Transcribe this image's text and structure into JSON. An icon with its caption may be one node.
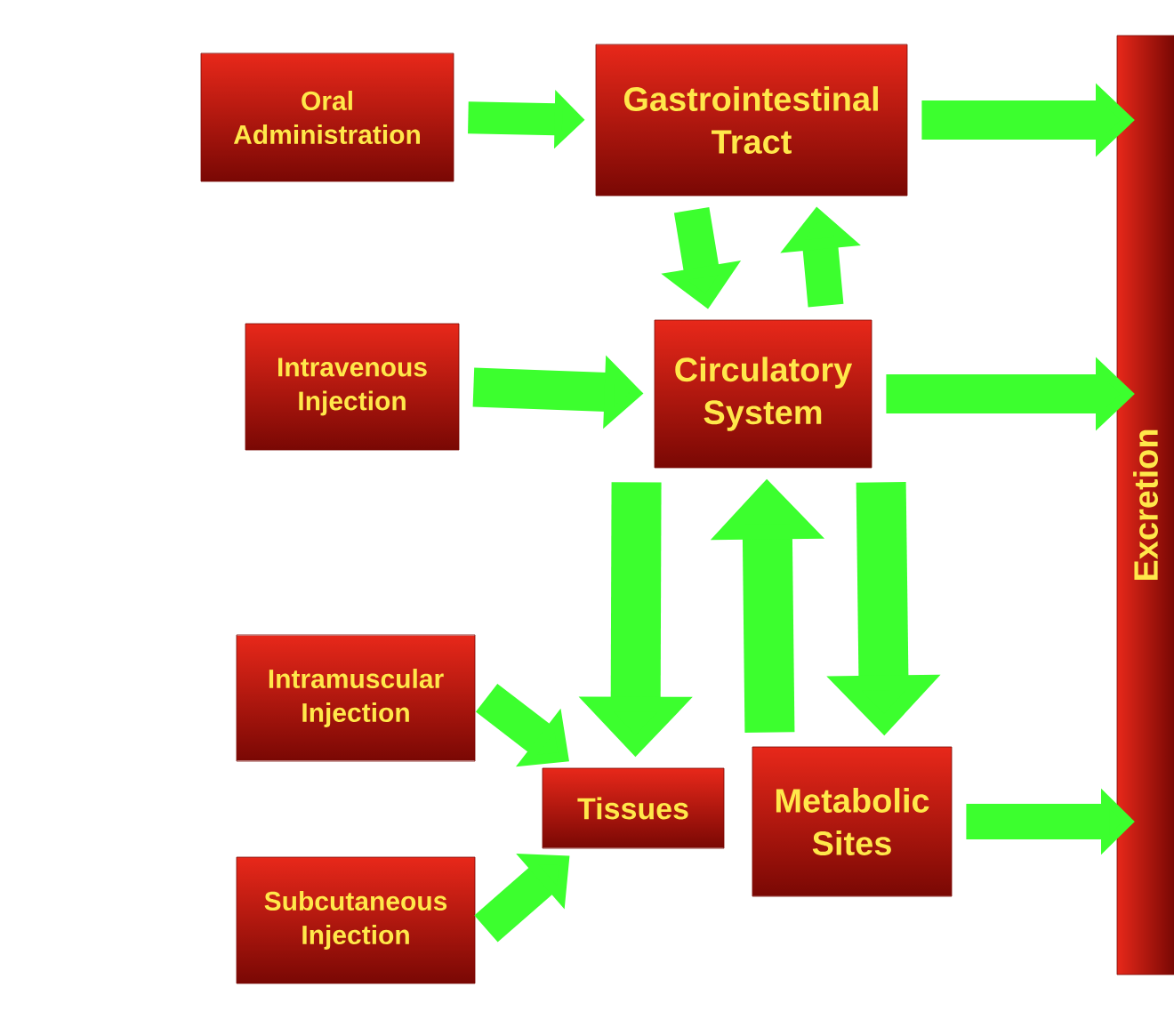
{
  "diagram": {
    "nodes": [
      {
        "text": [
          "Oral Administration"
        ]
      },
      {
        "text": [
          "Gastrointestinal Tract"
        ]
      },
      {
        "text": [
          "Excretion"
        ]
      },
      {
        "text": [
          "Intravenous Injection"
        ]
      },
      {
        "text": [
          "Circulatory System"
        ]
      },
      {
        "text": [
          "Intramuscular Injection"
        ]
      },
      {
        "text": [
          "Tissues"
        ]
      },
      {
        "text": [
          "Metabolic Sites"
        ]
      },
      {
        "text": [
          "Subcutaneous Injection"
        ]
      }
    ],
    "edges": [
      {
        "from": 0,
        "to": 1,
        "arrow": "to"
      },
      {
        "from": 1,
        "to": 2,
        "arrow": "to"
      },
      {
        "from": 1,
        "to": 4,
        "arrow": "to"
      },
      {
        "from": 4,
        "to": 1,
        "arrow": "to"
      },
      {
        "from": 3,
        "to": 4,
        "arrow": "to"
      },
      {
        "from": 4,
        "to": 2,
        "arrow": "to"
      },
      {
        "from": 5,
        "to": 6,
        "arrow": "to"
      },
      {
        "from": 8,
        "to": 6,
        "arrow": "to"
      },
      {
        "from": 4,
        "to": 6,
        "arrow": "to"
      },
      {
        "from": 7,
        "to": 4,
        "arrow": "to"
      },
      {
        "from": 4,
        "to": 7,
        "arrow": "to"
      },
      {
        "from": 7,
        "to": 2,
        "arrow": "to"
      }
    ]
  }
}
